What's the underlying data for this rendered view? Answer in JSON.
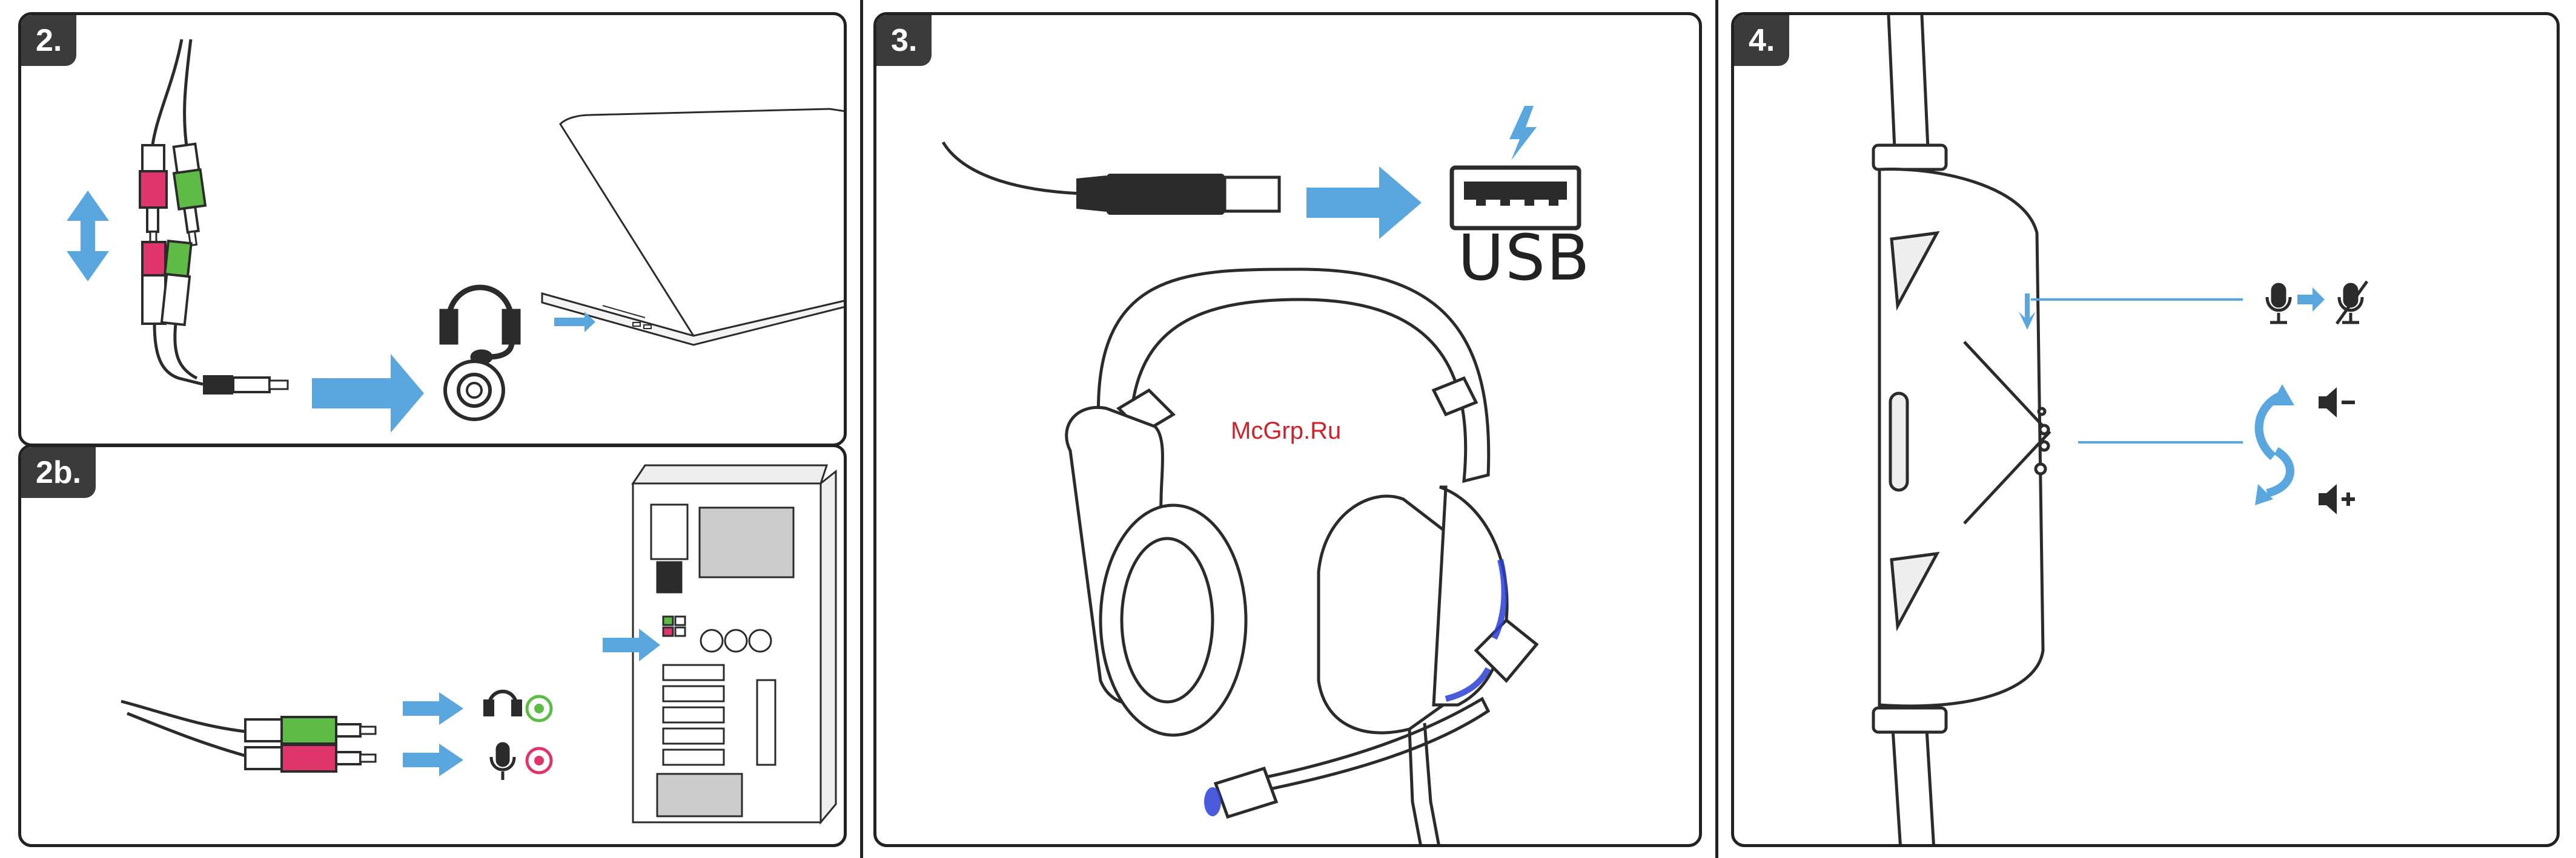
{
  "steps": {
    "s2": "2.",
    "s2b": "2b.",
    "s3": "3.",
    "s4": "4."
  },
  "usb_label": "USB",
  "watermark": "McGrp.Ru",
  "colors": {
    "arrow": "#5aa7e0",
    "jack_green": "#5dbb46",
    "jack_pink": "#e0356a",
    "led_blue": "#2a3fd6",
    "outline": "#2b2b2b"
  },
  "icons": [
    "headphone-icon",
    "microphone-icon",
    "mic-mute-icon",
    "volume-down-icon",
    "volume-up-icon",
    "usb-port-icon",
    "lightning-icon",
    "laptop",
    "pc-tower",
    "headset",
    "inline-remote"
  ]
}
